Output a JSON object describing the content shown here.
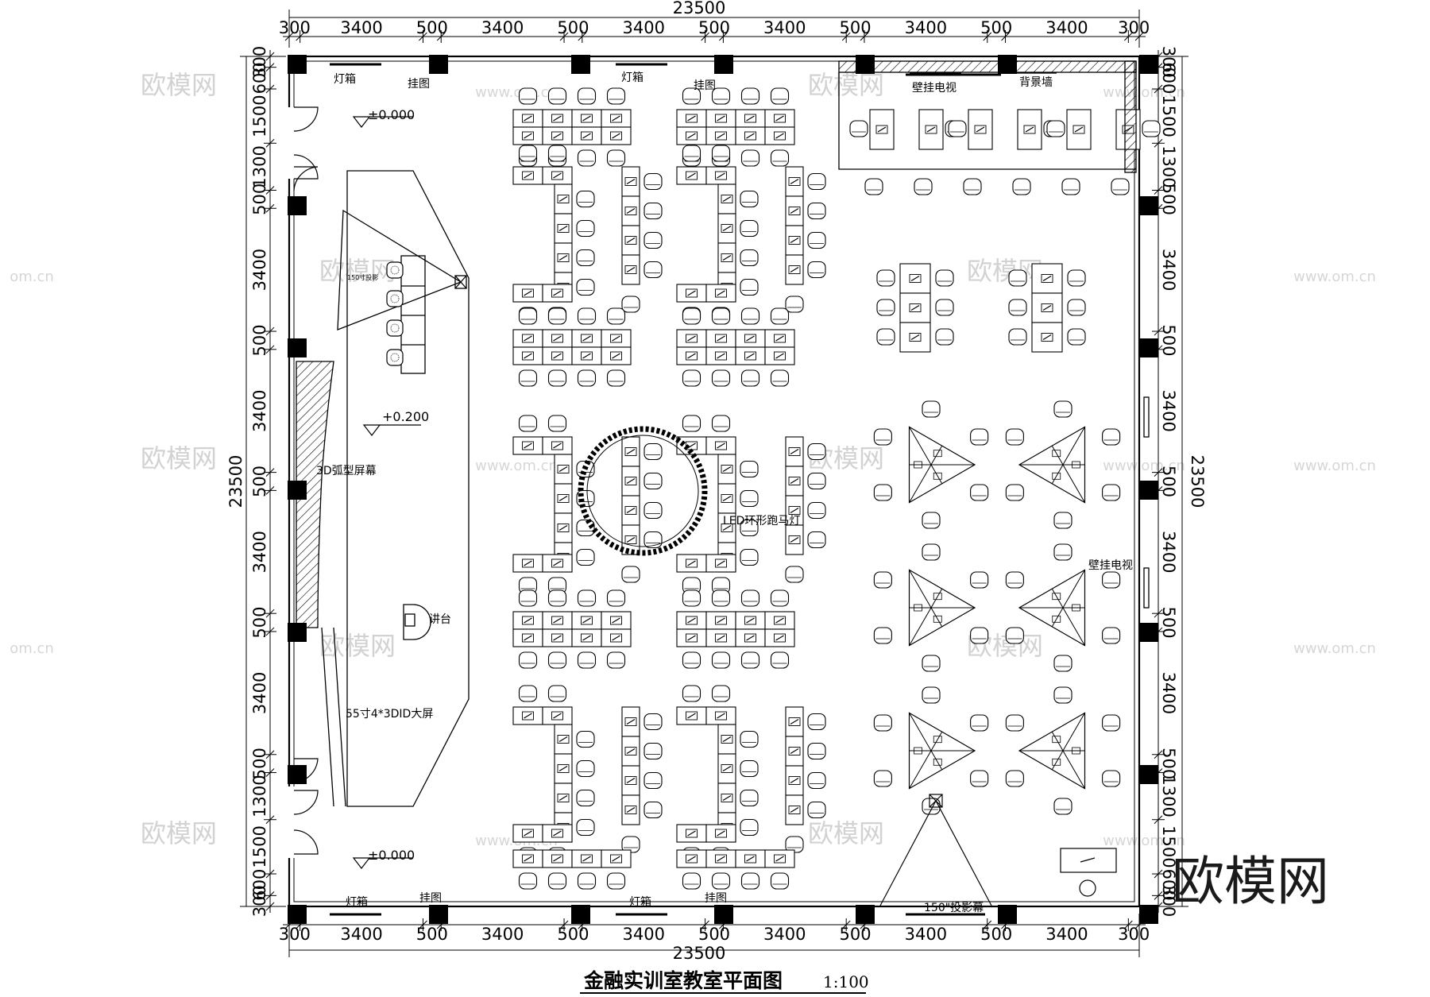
{
  "drawing": {
    "title": "金融实训室教室平面图",
    "scale": "1:100",
    "total_width": "23500",
    "total_height": "23500"
  },
  "dimensions": {
    "horizontal": [
      "300",
      "3400",
      "500",
      "3400",
      "500",
      "3400",
      "500",
      "3400",
      "500",
      "3400",
      "500",
      "3400",
      "300"
    ],
    "vertical": [
      "300",
      "600",
      "1500",
      "1300",
      "500",
      "3400",
      "500",
      "3400",
      "500",
      "3400",
      "500",
      "3400",
      "500",
      "1300",
      "1500",
      "600",
      "300"
    ]
  },
  "labels": {
    "light_box": "灯箱",
    "hanging_picture": "挂图",
    "wall_tv": "壁挂电视",
    "background_wall": "背景墙",
    "level_zero": "±0.000",
    "level_raised": "+0.200",
    "projection_150": "150寸投影",
    "curved_screen": "3D弧型屏幕",
    "podium": "讲台",
    "big_screen": "55寸4*3DID大屏",
    "led_ring": "LED环形跑马灯",
    "projection_screen": "150\"投影幕"
  },
  "watermark": {
    "brand": "欧模网",
    "url": "www.om.cn",
    "url_short": "om.cn"
  },
  "colors": {
    "line": "#000000",
    "column": "#000000",
    "watermark": "#d2d2d2"
  }
}
